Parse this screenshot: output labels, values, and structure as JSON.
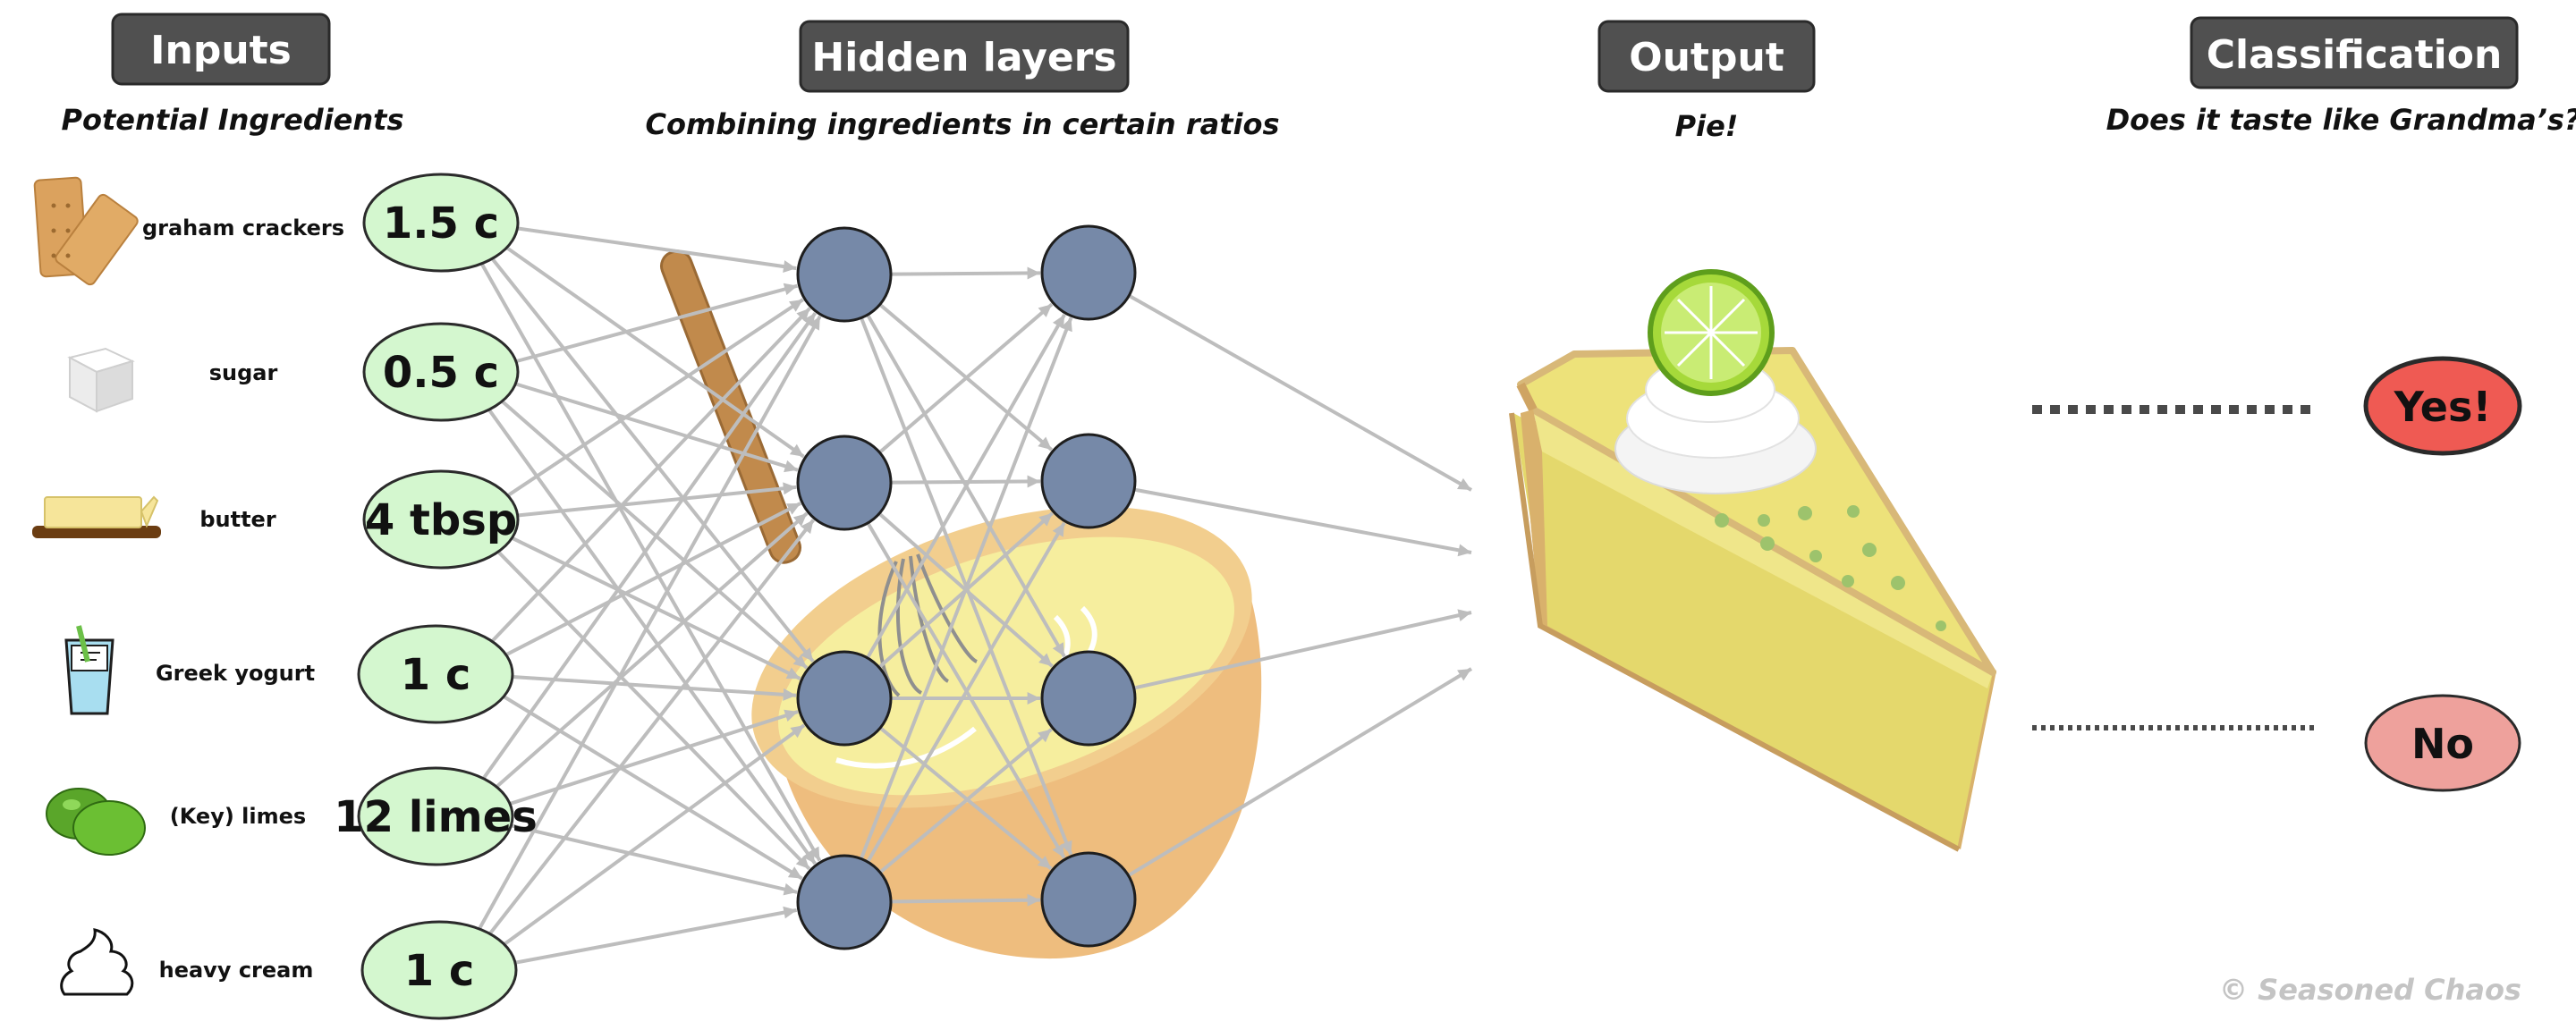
{
  "headers": {
    "inputs": "Inputs",
    "hidden": "Hidden layers",
    "output": "Output",
    "classification": "Classification"
  },
  "subtitles": {
    "inputs": "Potential Ingredients",
    "hidden": "Combining ingredients in certain ratios",
    "output": "Pie!",
    "classification": "Does it taste like Grandma’s?"
  },
  "ingredients": [
    {
      "label": "graham crackers",
      "qty": "1.5 c",
      "icon": "graham-cracker-icon"
    },
    {
      "label": "sugar",
      "qty": "0.5 c",
      "icon": "sugar-cube-icon"
    },
    {
      "label": "butter",
      "qty": "4 tbsp",
      "icon": "butter-icon"
    },
    {
      "label": "Greek yogurt",
      "qty": "1 c",
      "icon": "yogurt-cup-icon"
    },
    {
      "label": "(Key) limes",
      "qty": "12 limes",
      "icon": "limes-icon"
    },
    {
      "label": "heavy cream",
      "qty": "1 c",
      "icon": "whipped-cream-icon"
    }
  ],
  "classification": {
    "yes": "Yes!",
    "no": "No"
  },
  "copyright": "© Seasoned Chaos",
  "colors": {
    "header_bg": "#505050",
    "input_oval": "#d4f7cf",
    "node": "#7689a8",
    "edge": "#bdbdbd",
    "yes": "#ef5a53",
    "no": "#eea19c",
    "pie_filling": "#ede27a",
    "bowl": "#eebd7e"
  }
}
